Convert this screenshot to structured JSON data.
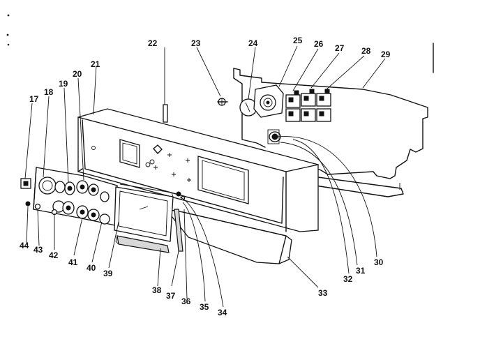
{
  "part_labels": [
    "17",
    "18",
    "19",
    "20",
    "21",
    "22",
    "23",
    "24",
    "25",
    "26",
    "27",
    "28",
    "29",
    "30",
    "31",
    "32",
    "33",
    "34",
    "35",
    "36",
    "37",
    "38",
    "39",
    "40",
    "41",
    "42",
    "43",
    "44"
  ]
}
